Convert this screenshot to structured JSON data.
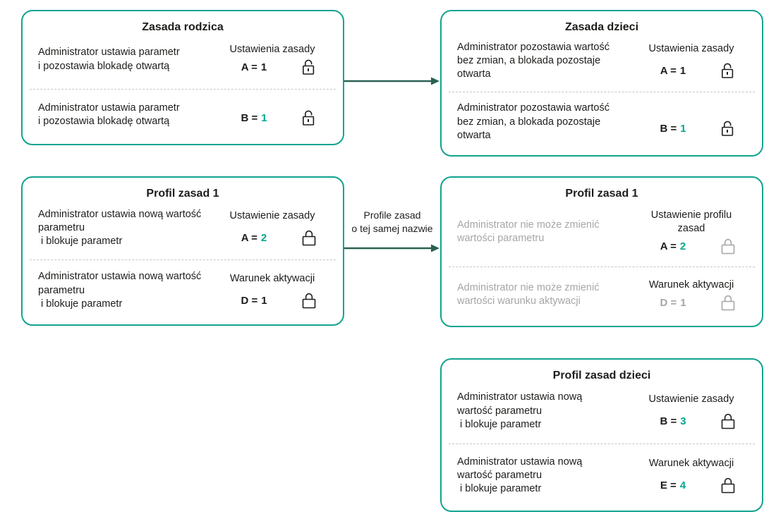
{
  "colors": {
    "border": "#12A38F",
    "accent": "#00A88E",
    "arrow": "#2A6054",
    "text": "#1D1D1B",
    "muted": "#A6A6A6",
    "divider": "#C6C6C6",
    "bg": "#FFFFFF"
  },
  "arrows": {
    "profile_label": "Profile zasad\no tej samej nazwie"
  },
  "boxes": [
    {
      "title": "Zasada rodzica",
      "rows": [
        {
          "label": "Ustawienia zasady",
          "desc": "Administrator ustawia parametr\ni pozostawia blokadę otwartą",
          "param": "A =",
          "value": "1",
          "lock": "open-lock"
        },
        {
          "label": "",
          "desc": "Administrator ustawia parametr\ni pozostawia blokadę otwartą",
          "param": "B =",
          "value": "1",
          "lock": "open-lock"
        }
      ]
    },
    {
      "title": "Zasada dzieci",
      "rows": [
        {
          "label": "Ustawienia zasady",
          "desc": "Administrator pozostawia wartość\nbez zmian, a blokada pozostaje\notwarta",
          "param": "A =",
          "value": "1",
          "lock": "open-lock"
        },
        {
          "label": "",
          "desc": "Administrator pozostawia wartość\nbez zmian, a blokada pozostaje\notwarta",
          "param": "B =",
          "value": "1",
          "lock": "open-lock"
        }
      ]
    },
    {
      "title": "Profil zasad 1",
      "rows": [
        {
          "label": "Ustawienie zasady",
          "desc": "Administrator ustawia nową wartość\nparametru\n i blokuje parametr",
          "param": "A =",
          "value": "2",
          "lock": "closed-lock"
        },
        {
          "label": "Warunek aktywacji",
          "desc": "Administrator ustawia nową wartość\nparametru\n i blokuje parametr",
          "param": "D =",
          "value": "1",
          "lock": "closed-lock"
        }
      ]
    },
    {
      "title": "Profil zasad 1",
      "rows": [
        {
          "label": "Ustawienie profilu\nzasad",
          "desc": "Administrator nie może zmienić\nwartości parametru",
          "param": "A =",
          "value": "2",
          "lock": "closed-lock"
        },
        {
          "label": "Warunek aktywacji",
          "desc": "Administrator nie może zmienić\nwartości warunku aktywacji",
          "param": "D =",
          "value": "1",
          "lock": "closed-lock"
        }
      ]
    },
    {
      "title": "Profil zasad dzieci",
      "rows": [
        {
          "label": "Ustawienie zasady",
          "desc": "Administrator ustawia nową\nwartość parametru\n i blokuje parametr",
          "param": "B =",
          "value": "3",
          "lock": "closed-lock"
        },
        {
          "label": "Warunek aktywacji",
          "desc": "Administrator ustawia nową\nwartość parametru\n i blokuje parametr",
          "param": "E =",
          "value": "4",
          "lock": "closed-lock"
        }
      ]
    }
  ]
}
